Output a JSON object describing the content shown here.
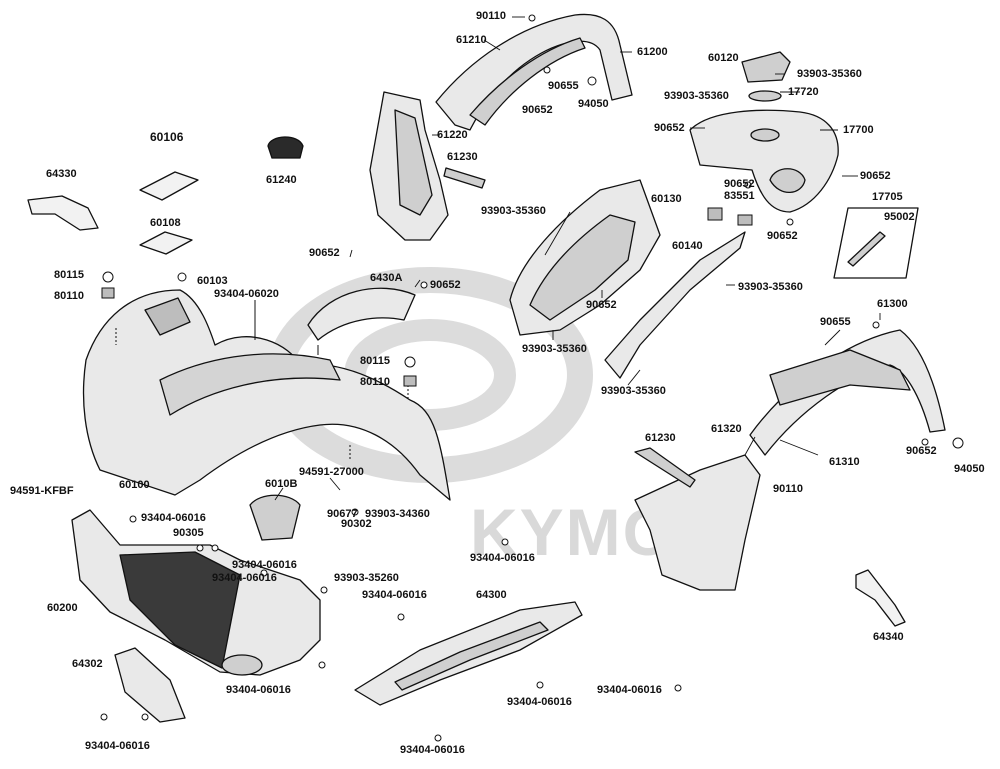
{
  "diagram": {
    "watermark": "KYMCO",
    "colors": {
      "line": "#111111",
      "part_fill": "#e9e9e9",
      "part_dark": "#3a3a3a",
      "watermark": "#d9d9d9",
      "background": "#ffffff"
    },
    "labels": [
      {
        "id": "p90110a",
        "text": "90110"
      },
      {
        "id": "p61210",
        "text": "61210"
      },
      {
        "id": "p61200",
        "text": "61200"
      },
      {
        "id": "p90655a",
        "text": "90655"
      },
      {
        "id": "p90652a",
        "text": "90652"
      },
      {
        "id": "p94050a",
        "text": "94050"
      },
      {
        "id": "p60120",
        "text": "60120"
      },
      {
        "id": "p93903a",
        "text": "93903-35360"
      },
      {
        "id": "p93903b",
        "text": "93903-35360"
      },
      {
        "id": "p17720",
        "text": "17720"
      },
      {
        "id": "p60106",
        "text": "60106"
      },
      {
        "id": "p61240",
        "text": "61240"
      },
      {
        "id": "p61220",
        "text": "61220"
      },
      {
        "id": "p90652b",
        "text": "90652"
      },
      {
        "id": "p17700",
        "text": "17700"
      },
      {
        "id": "p64330",
        "text": "64330"
      },
      {
        "id": "p61230a",
        "text": "61230"
      },
      {
        "id": "p90652c",
        "text": "90652"
      },
      {
        "id": "p90652d",
        "text": "90652"
      },
      {
        "id": "p17705",
        "text": "17705"
      },
      {
        "id": "p83551",
        "text": "83551"
      },
      {
        "id": "p60130",
        "text": "60130"
      },
      {
        "id": "p95002",
        "text": "95002"
      },
      {
        "id": "p60108",
        "text": "60108"
      },
      {
        "id": "p93903c",
        "text": "93903-35360"
      },
      {
        "id": "p90652e",
        "text": "90652"
      },
      {
        "id": "p60140",
        "text": "60140"
      },
      {
        "id": "p90652f",
        "text": "90652"
      },
      {
        "id": "p6430A",
        "text": "6430A"
      },
      {
        "id": "p90652g",
        "text": "90652"
      },
      {
        "id": "p80115a",
        "text": "80115"
      },
      {
        "id": "p60103",
        "text": "60103"
      },
      {
        "id": "p93903d",
        "text": "93903-35360"
      },
      {
        "id": "p93404a",
        "text": "93404-06020"
      },
      {
        "id": "p80110a",
        "text": "80110"
      },
      {
        "id": "p90652h",
        "text": "90652"
      },
      {
        "id": "p61300",
        "text": "61300"
      },
      {
        "id": "p90655b",
        "text": "90655"
      },
      {
        "id": "p93903e",
        "text": "93903-35360"
      },
      {
        "id": "p80115b",
        "text": "80115"
      },
      {
        "id": "p80110b",
        "text": "80110"
      },
      {
        "id": "p93903f",
        "text": "93903-35360"
      },
      {
        "id": "p61230b",
        "text": "61230"
      },
      {
        "id": "p61320",
        "text": "61320"
      },
      {
        "id": "p90652i",
        "text": "90652"
      },
      {
        "id": "p61310",
        "text": "61310"
      },
      {
        "id": "p94050b",
        "text": "94050"
      },
      {
        "id": "p60100",
        "text": "60100"
      },
      {
        "id": "p94591a",
        "text": "94591-27000"
      },
      {
        "id": "p94591b",
        "text": "94591-KFBF"
      },
      {
        "id": "p6010B",
        "text": "6010B"
      },
      {
        "id": "p90110b",
        "text": "90110"
      },
      {
        "id": "p93404b",
        "text": "93404-06016"
      },
      {
        "id": "p90677",
        "text": "90677"
      },
      {
        "id": "p90302",
        "text": "90302"
      },
      {
        "id": "p93903g",
        "text": "93903-34360"
      },
      {
        "id": "p90305",
        "text": "90305"
      },
      {
        "id": "p93404c",
        "text": "93404-06016"
      },
      {
        "id": "p93404d",
        "text": "93404-06016"
      },
      {
        "id": "p93404e",
        "text": "93404-06016"
      },
      {
        "id": "p93903h",
        "text": "93903-35260"
      },
      {
        "id": "p60200",
        "text": "60200"
      },
      {
        "id": "p93404f",
        "text": "93404-06016"
      },
      {
        "id": "p64300",
        "text": "64300"
      },
      {
        "id": "p64302",
        "text": "64302"
      },
      {
        "id": "p93404g",
        "text": "93404-06016"
      },
      {
        "id": "p93404h",
        "text": "93404-06016"
      },
      {
        "id": "p93404i",
        "text": "93404-06016"
      },
      {
        "id": "p64340",
        "text": "64340"
      },
      {
        "id": "p93404j",
        "text": "93404-06016"
      },
      {
        "id": "p93404k",
        "text": "93404-06016"
      }
    ]
  }
}
